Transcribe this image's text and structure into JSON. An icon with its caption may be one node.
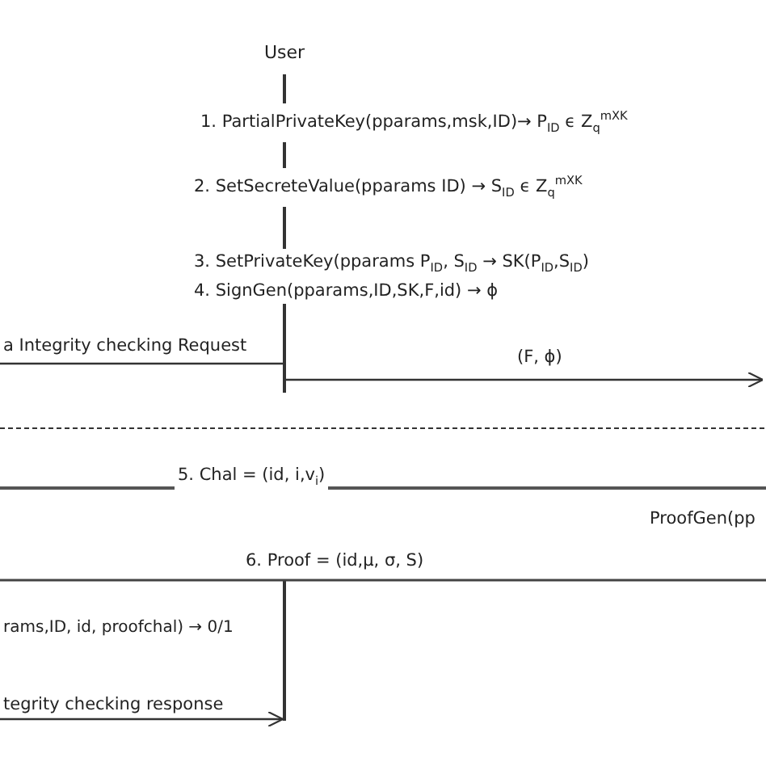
{
  "diagram": {
    "nodes": [
      {
        "text": [
          "User"
        ]
      },
      {
        "text": [],
        "shape": "bar"
      },
      {
        "text": [],
        "shape": "bar"
      }
    ],
    "edges": [
      {
        "from": null,
        "to": 1,
        "arrow": "none",
        "label": "a Integrity checking Request"
      },
      {
        "from": 1,
        "to": null,
        "arrow": "to",
        "label": "(F, ϕ)"
      },
      {
        "from": null,
        "to": 2,
        "arrow": "to",
        "label": "tegrity checking  response"
      }
    ],
    "labels": [
      "1. PartialPrivateKey(pparams,msk,ID)→ P$_{ID}$ ϵ Z$_{q}$$^{mXK}$",
      "2. SetSecreteValue(pparams ID) → S$_{ID}$ ϵ Z$_{q}$$^{mXK}$",
      "3. SetPrivateKey(pparams P$_{ID}$, S$_{ID}$ → SK(P$_{ID}$,S$_{ID}$)",
      "4. SignGen(pparams,ID,SK,F,id) → ϕ",
      "5. Chal = (id, i,v$_{i}$)",
      "ProofGen(pp",
      "6. Proof = (id,μ, σ, S)",
      "rams,ID, id, proofchal) → 0/1"
    ]
  }
}
